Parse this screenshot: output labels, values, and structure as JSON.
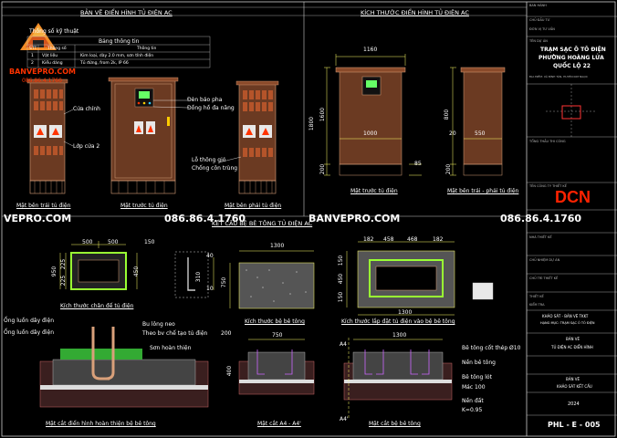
{
  "header": {
    "panel1_title": "BẢN VẼ ĐIỂN HÌNH TỦ ĐIỆN AC",
    "panel2_title": "KÍCH THƯỚC ĐIỂN HÌNH TỦ ĐIỆN AC",
    "section_title": "KẾT CẤU BỆ BÊ TÔNG TỦ ĐIỆN AC"
  },
  "logo": {
    "brand": "BANVEPRO.COM",
    "phone": "086.86.4.1760"
  },
  "spec_table": {
    "heading": "Thông số kỹ thuật",
    "table_title": "Bảng thông tin",
    "header_left": "Thông số",
    "rows": [
      {
        "no": "STT",
        "name": "Thông số",
        "value": "Thông tin"
      },
      {
        "no": "1",
        "name": "Vật liệu",
        "value": "Kim loại, dày 2.0 mm, sơn tĩnh điện"
      },
      {
        "no": "2",
        "name": "Kiểu dáng",
        "value": "Tủ đứng, from 2k, IP 66"
      }
    ]
  },
  "cabinet_labels": {
    "front_door": "Cửa chính",
    "inner_door": "Lớp cửa 2",
    "phase_light": "Đèn báo pha",
    "multimeter": "Đồng hồ đa năng",
    "vent": "Lỗ thông gió",
    "insect": "Chống côn trùng",
    "view_side_left": "Mặt bên trái tủ điện",
    "view_front": "Mặt trước tủ điện",
    "view_side_right": "Mặt bên phải tủ điện"
  },
  "dimensions": {
    "width_top": "1160",
    "inner_width": "1000",
    "height_1600": "1600",
    "height_1800": "1800",
    "base_200": "200",
    "side_800": "800",
    "side_550": "550",
    "side_20": "20",
    "side_85": "85",
    "view_front": "Mặt trước tủ điện",
    "view_side": "Mặt bên trái - phải tủ điện"
  },
  "watermark": {
    "left": "VEPRO.COM",
    "phone1": "086.86.4.1760",
    "center": "BANVEPRO.COM",
    "phone2": "086.86.4.1760"
  },
  "base_frame": {
    "dims": [
      "500",
      "500",
      "950",
      "225",
      "225",
      "450",
      "150"
    ],
    "caption": "Kích thước chân đế tủ điện"
  },
  "bolt_detail": {
    "dims": [
      "40",
      "310",
      "10"
    ]
  },
  "concrete_plan": {
    "dim_w": "1300",
    "dim_h": "750",
    "caption": "Kích thước bệ bê tông"
  },
  "install_plan": {
    "dims": [
      "182",
      "458",
      "468",
      "182",
      "150",
      "450",
      "150",
      "1300"
    ],
    "caption": "Kích thước lắp đặt tủ điện vào bệ bê tông"
  },
  "section_full": {
    "label1": "Ống luồn dây điện",
    "label2": "Ống luồn dây điện",
    "label3": "Bu lông neo",
    "label4": "Theo bv chế tạo tủ điện",
    "label5": "Sơn hoàn thiện",
    "caption": "Mặt cắt điển hình hoàn thiện bệ bê tông"
  },
  "section_a4": {
    "dim_w": "750",
    "dim_200": "200",
    "dim_400": "400",
    "caption": "Mặt cắt A4 - A4'"
  },
  "section_long": {
    "dim_w": "1300",
    "a4": "A4",
    "a4p": "A4'",
    "labels": [
      "Bê tông cốt thép Ø10",
      "Nền bê tông",
      "Bê tông lót",
      "Mác 100",
      "Nền đất",
      "K=0.95"
    ],
    "caption": "Mặt cắt bệ bê tông"
  },
  "title_block": {
    "top_lines": [
      "BAN HÀNH",
      "CHỦ ĐẦU TƯ",
      "ĐƠN VỊ TƯ VẤN"
    ],
    "consultant": "TÊN DỰ ÁN",
    "project_line1": "TRẠM SẠC Ô TÔ ĐIỆN",
    "project_line2": "PHƯỜNG HOÀNG LỬA",
    "project_line3": "QUỐC LỘ 22",
    "project_small": "ĐỊA ĐIỂM: XÃ BÌNH TÂN, HUYỆN KIM NGỌC",
    "company_label": "TÊN CÔNG TY THIẾT KẾ",
    "consultant2": "TỔNG THẦU THI CÔNG",
    "brand": "DCN",
    "rows": [
      "NHÀ THIẾT KẾ",
      "CHỦ NHIỆM DỰ ÁN",
      "CHỦ TRÌ THIẾT KẾ",
      "THIẾT KẾ",
      "KIỂM TRA"
    ],
    "phase_label": "KHẢO SÁT - BẢN VẼ TKKT",
    "phase_sub": "HẠNG MỤC: TRẠM SẠC Ô TÔ ĐIỆN",
    "drawing_title": "BẢN VẼ",
    "drawing_sub": "TỦ ĐIỆN AC ĐIỂN HÌNH",
    "drawing_kind": "BẢN VẼ",
    "drawing_kind_sub": "KHẢO SÁT KẾT CẤU",
    "year": "2024",
    "sheet_no": "PHL - E - 005"
  }
}
